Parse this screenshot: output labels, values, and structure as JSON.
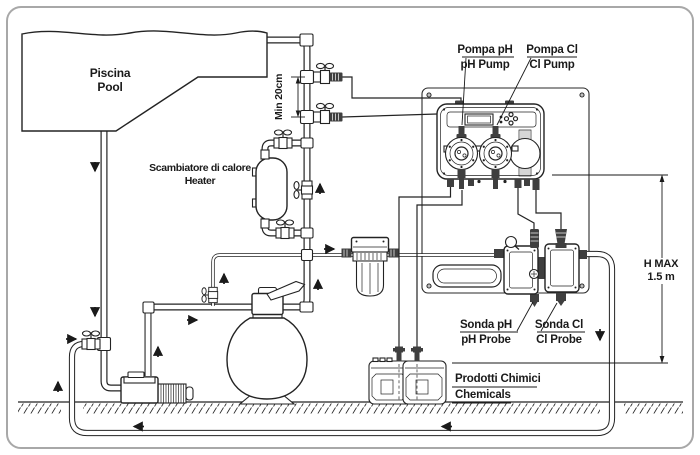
{
  "diagram": {
    "type": "pool-chemical-dosing-installation-diagram",
    "labels": {
      "pool": {
        "it": "Piscina",
        "en": "Pool"
      },
      "heater": {
        "it": "Scambiatore di calore",
        "en": "Heater"
      },
      "ph_pump": {
        "it": "Pompa pH",
        "en": "pH Pump"
      },
      "cl_pump": {
        "it": "Pompa Cl",
        "en": "Cl Pump"
      },
      "ph_probe": {
        "it": "Sonda pH",
        "en": "pH Probe"
      },
      "cl_probe": {
        "it": "Sonda Cl",
        "en": "Cl Probe"
      },
      "chemicals": {
        "it": "Prodotti Chimici",
        "en": "Chemicals"
      },
      "min_injection_distance": "Min 20cm",
      "max_suction_height": {
        "line1": "H MAX",
        "line2": "1.5 m"
      }
    },
    "colors": {
      "ink": "#232323",
      "frame": "#a8a8a8",
      "dark_fitting": "#3f3f3f",
      "background": "#ffffff"
    }
  }
}
